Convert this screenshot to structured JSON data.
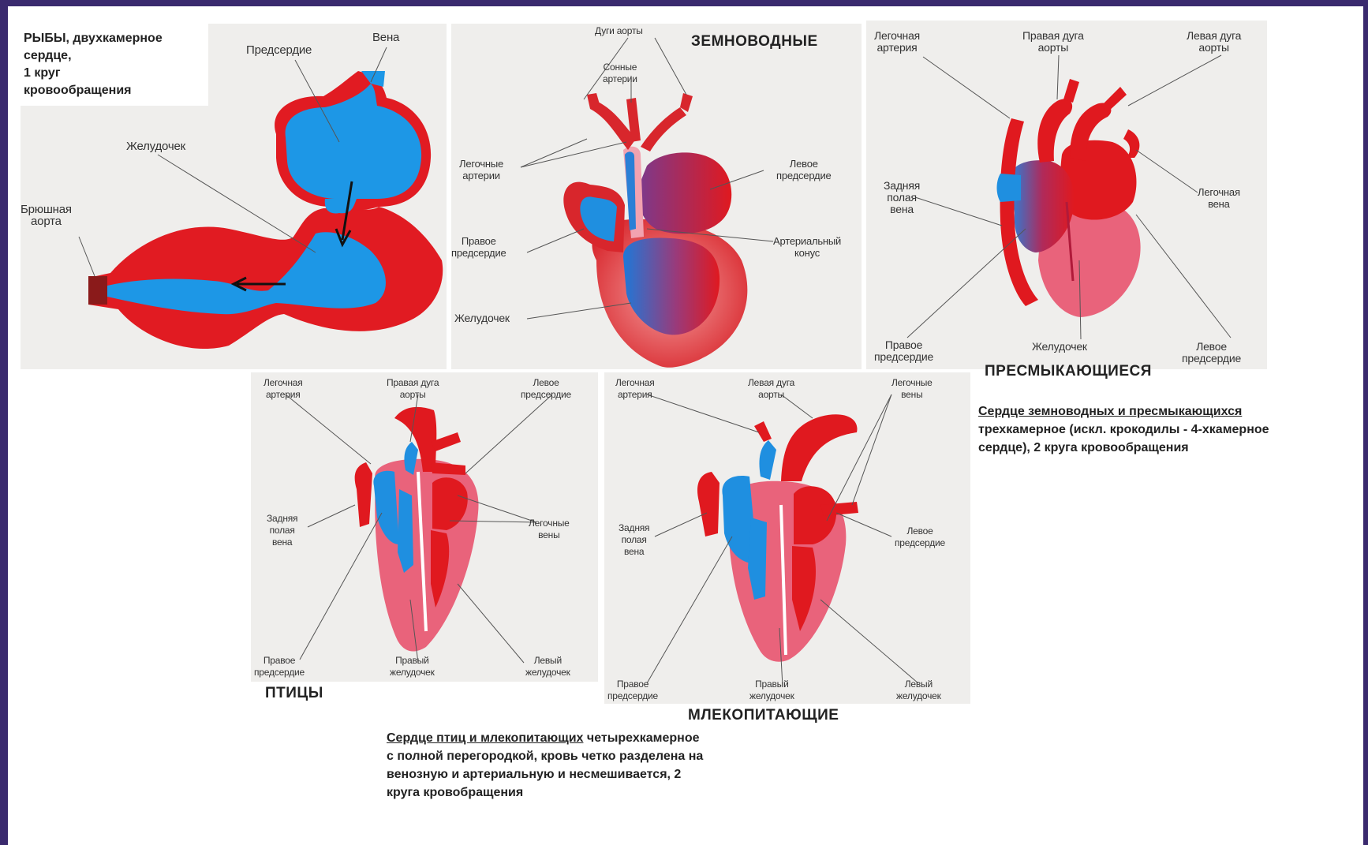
{
  "fish": {
    "title_lines": [
      "РЫБЫ, двухкамерное",
      "сердце,",
      "1 круг",
      "кровообращения"
    ],
    "atrium": "Предсердие",
    "vein": "Вена",
    "ventricle": "Желудочек",
    "aorta": "Брюшная\nаорта"
  },
  "amphibians": {
    "title": "ЗЕМНОВОДНЫЕ",
    "aortic_arches": "Дуги аорты",
    "carotid": "Сонные\nартерии",
    "pulmonary_arteries": "Легочные\nартерии",
    "left_atrium": "Левое\nпредсердие",
    "right_atrium": "Правое\nпредсердие",
    "conus": "Артериальный\nконус",
    "ventricle": "Желудочек"
  },
  "reptiles": {
    "title": "ПРЕСМЫКАЮЩИЕСЯ",
    "pulmonary_artery": "Легочная\nартерия",
    "right_aortic_arch": "Правая дуга\nаорты",
    "left_aortic_arch": "Левая дуга\nаорты",
    "posterior_vena_cava": "Задняя\nполая\nвена",
    "pulmonary_vein": "Легочная\nвена",
    "right_atrium": "Правое\nпредсердие",
    "ventricle": "Желудочек",
    "left_atrium": "Левое\nпредсердие"
  },
  "birds": {
    "title": "ПТИЦЫ",
    "pulmonary_artery": "Легочная\nартерия",
    "right_aortic_arch": "Правая дуга\nаорты",
    "left_atrium": "Левое\nпредсердие",
    "posterior_vena_cava": "Задняя\nполая\nвена",
    "pulmonary_veins": "Легочные\nвены",
    "right_atrium": "Правое\nпредсердие",
    "right_ventricle": "Правый\nжелудочек",
    "left_ventricle": "Левый\nжелудочек"
  },
  "mammals": {
    "title": "МЛЕКОПИТАЮЩИЕ",
    "pulmonary_artery": "Легочная\nартерия",
    "left_aortic_arch": "Левая дуга\nаорты",
    "pulmonary_veins": "Легочные\nвены",
    "posterior_vena_cava": "Задняя\nполая\nвена",
    "left_atrium": "Левое\nпредсердие",
    "right_atrium": "Правое\nпредсердие",
    "right_ventricle": "Правый\nжелудочек",
    "left_ventricle": "Левый\nжелудочек"
  },
  "caption_reptiles": {
    "line1": "Сердце земноводных и пресмыкающихся",
    "line2": "трехкамерное (искл. крокодилы - 4-хкамерное",
    "line3": "сердце), 2 круга кровообращения"
  },
  "caption_birds": {
    "line1_u": "Сердце птиц и млекопитающих",
    "line1_rest": " четырехкамерное",
    "line2": "с полной перегородкой, кровь четко разделена на",
    "line3": "венозную и артериальную и несмешивается, 2",
    "line4": "круга кровобращения"
  },
  "colors": {
    "arterial": "#e0191f",
    "venous": "#1f8fe0",
    "ventricle_pink": "#e9637b",
    "frame": "#3a2a6e"
  }
}
